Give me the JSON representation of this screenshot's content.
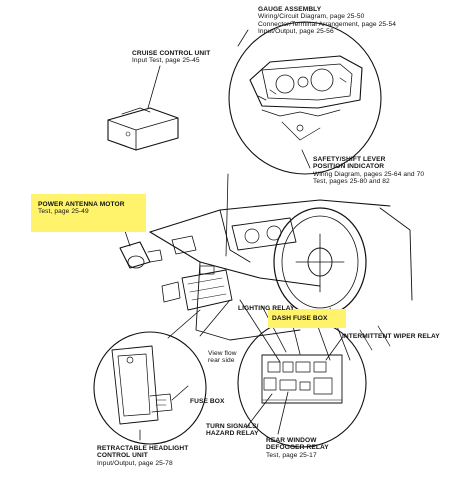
{
  "labels": {
    "gauge": {
      "title": "GAUGE ASSEMBLY",
      "lines": [
        "Wiring/Circuit Diagram, page 25-50",
        "Connector/Terminal Arrangement, page 25-54",
        "Input/Output, page 25-56"
      ]
    },
    "cruise": {
      "title": "CRUISE CONTROL UNIT",
      "lines": [
        "Input Test, page 25-45"
      ]
    },
    "antenna": {
      "title": "POWER ANTENNA MOTOR",
      "lines": [
        "Test, page 25-49"
      ]
    },
    "safety": {
      "title": "SAFETY/SHIFT LEVER",
      "title2": "POSITION INDICATOR",
      "lines": [
        "Wiring Diagram, pages 25-64 and 70",
        "Test, pages 25-80 and 82"
      ]
    },
    "lighting": {
      "title": "LIGHTING RELAY"
    },
    "dashfuse": {
      "title": "DASH FUSE BOX"
    },
    "wiper": {
      "title": "INTERMITTENT WIPER RELAY"
    },
    "viewflow": {
      "lines": [
        "View flow",
        "rear side"
      ]
    },
    "fusebox": {
      "title": "FUSE BOX"
    },
    "turn": {
      "title": "TURN SIGNALS/",
      "title2": "HAZARD RELAY"
    },
    "rearwin": {
      "title": "REAR WINDOW",
      "title2": "DEFOGGER RELAY",
      "lines": [
        "Test, page 25-17"
      ]
    },
    "headlight": {
      "title": "RETRACTABLE HEADLIGHT",
      "title2": "CONTROL UNIT",
      "lines": [
        "Input/Output, page 25-78"
      ]
    }
  },
  "highlight_color": "#fff36b"
}
